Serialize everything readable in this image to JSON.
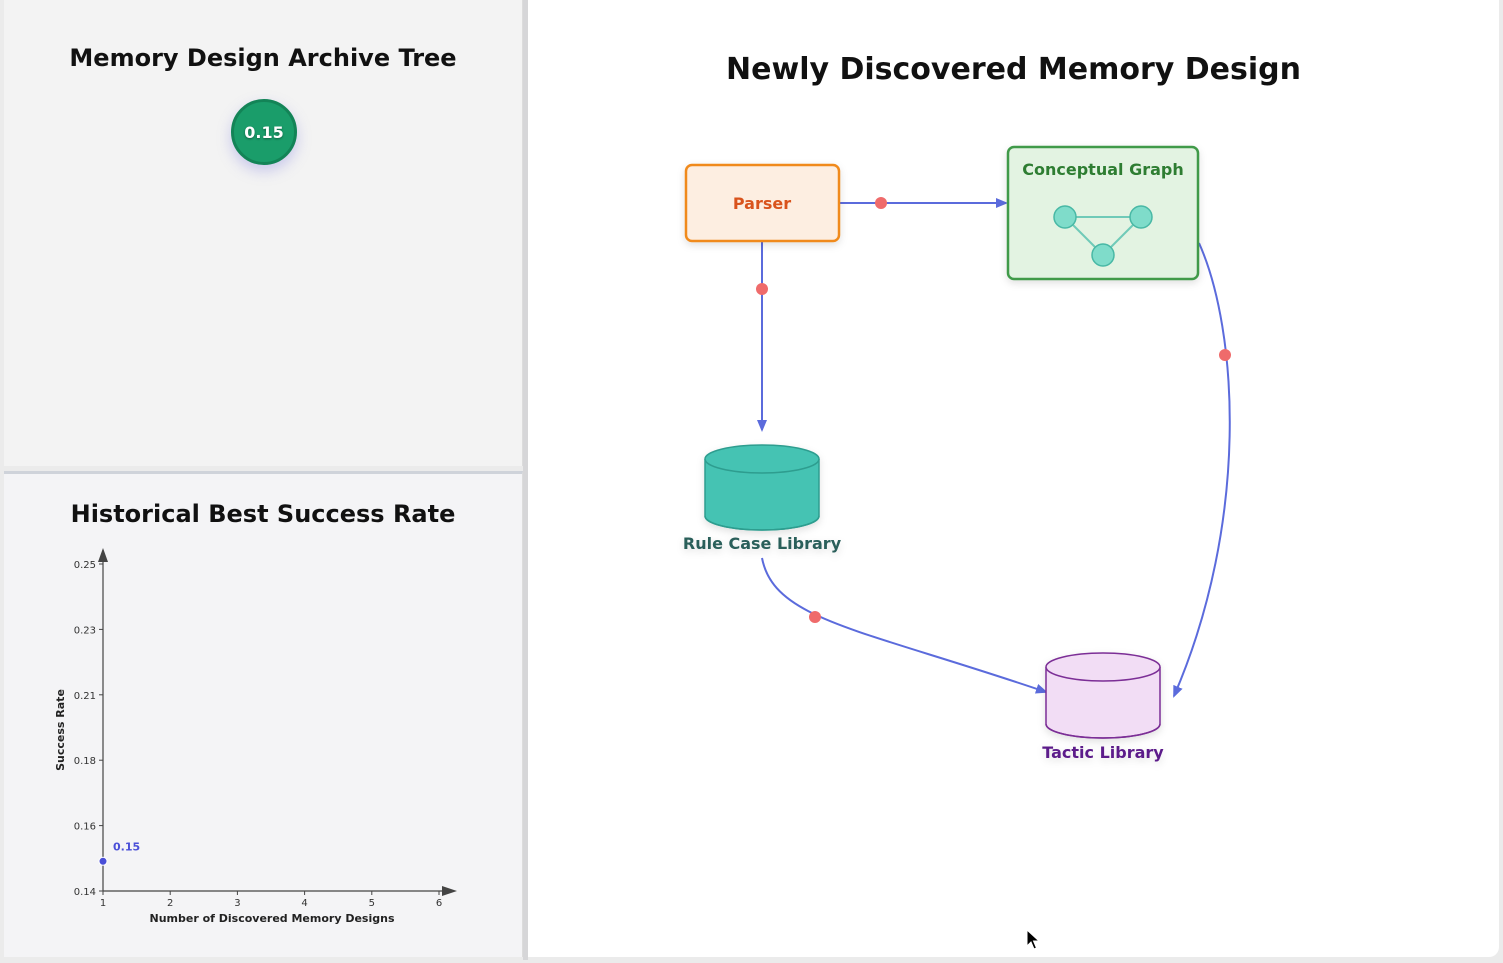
{
  "tree": {
    "title": "Memory Design Archive Tree",
    "root_node": {
      "value": "0.15",
      "color": "#1a9d6a"
    }
  },
  "history": {
    "title": "Historical Best Success Rate",
    "chart_data": {
      "type": "line",
      "xlabel": "Number of Discovered Memory Designs",
      "ylabel": "Success Rate",
      "x_ticks": [
        "1",
        "2",
        "3",
        "4",
        "5",
        "6"
      ],
      "y_ticks": [
        "0.14",
        "0.16",
        "0.18",
        "0.21",
        "0.23",
        "0.25"
      ],
      "xlim": [
        1,
        6
      ],
      "ylim": [
        0.14,
        0.25
      ],
      "series": [
        {
          "x": [
            1
          ],
          "y": [
            0.15
          ],
          "labels": [
            "0.15"
          ],
          "color": "#4a4fd8"
        }
      ]
    }
  },
  "design": {
    "title": "Newly Discovered Memory Design",
    "nodes": {
      "parser": {
        "label": "Parser",
        "color": "#d9531e"
      },
      "conceptual_graph": {
        "label": "Conceptual Graph",
        "color": "#2e7d32"
      },
      "rule_case_library": {
        "label": "Rule Case Library",
        "color": "#2a5f5a"
      },
      "tactic_library": {
        "label": "Tactic Library",
        "color": "#5b1a8a"
      }
    },
    "edge_color": "#5b6bdc",
    "edge_dot_color": "#ef6b6b"
  }
}
